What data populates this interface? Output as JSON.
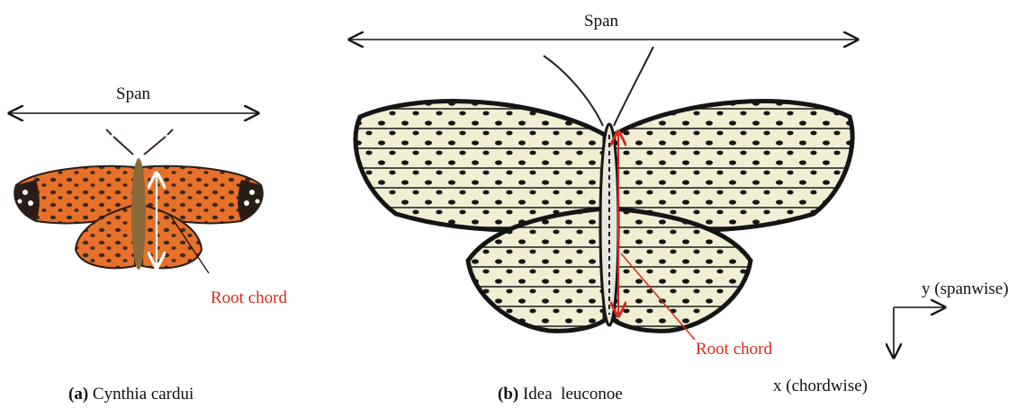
{
  "figure_a": {
    "span_label": "Span",
    "root_chord_label": "Root chord",
    "caption_tag": "(a)",
    "caption_text": "Cynthia cardui"
  },
  "figure_b": {
    "span_label": "Span",
    "root_chord_label": "Root chord",
    "caption_tag": "(b)",
    "caption_text": "Idea  leuconoe"
  },
  "axes": {
    "y_label": "y (spanwise)",
    "x_label": "x (chordwise)"
  },
  "colors": {
    "annotation_red": "#d42b1e",
    "arrow_black": "#111111",
    "cynthia_orange": "#e8712a",
    "cynthia_dark": "#3a2a22",
    "idea_cream": "#f1eed4",
    "idea_black": "#151515"
  }
}
